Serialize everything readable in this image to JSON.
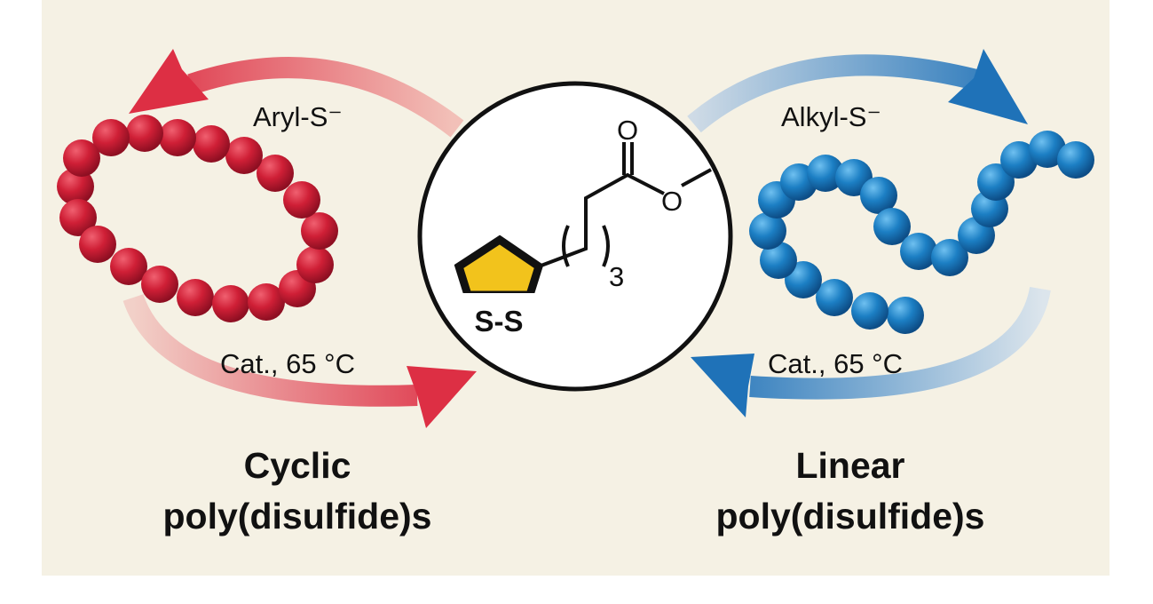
{
  "center": {
    "ring_label": "S-S",
    "subscript": "3",
    "carbonyl_o": "O",
    "ester_o": "O"
  },
  "left": {
    "top_label": "Aryl-S⁻",
    "bottom_label": "Cat., 65 °C",
    "title_line1": "Cyclic",
    "title_line2": "poly(disulfide)s",
    "color": "#d22a3c"
  },
  "right": {
    "top_label": "Alkyl-S⁻",
    "bottom_label": "Cat., 65 °C",
    "title_line1": "Linear",
    "title_line2": "poly(disulfide)s",
    "color": "#1f72b8"
  },
  "colors": {
    "background": "#f5f1e4",
    "ring_fill": "#f2c31c"
  }
}
